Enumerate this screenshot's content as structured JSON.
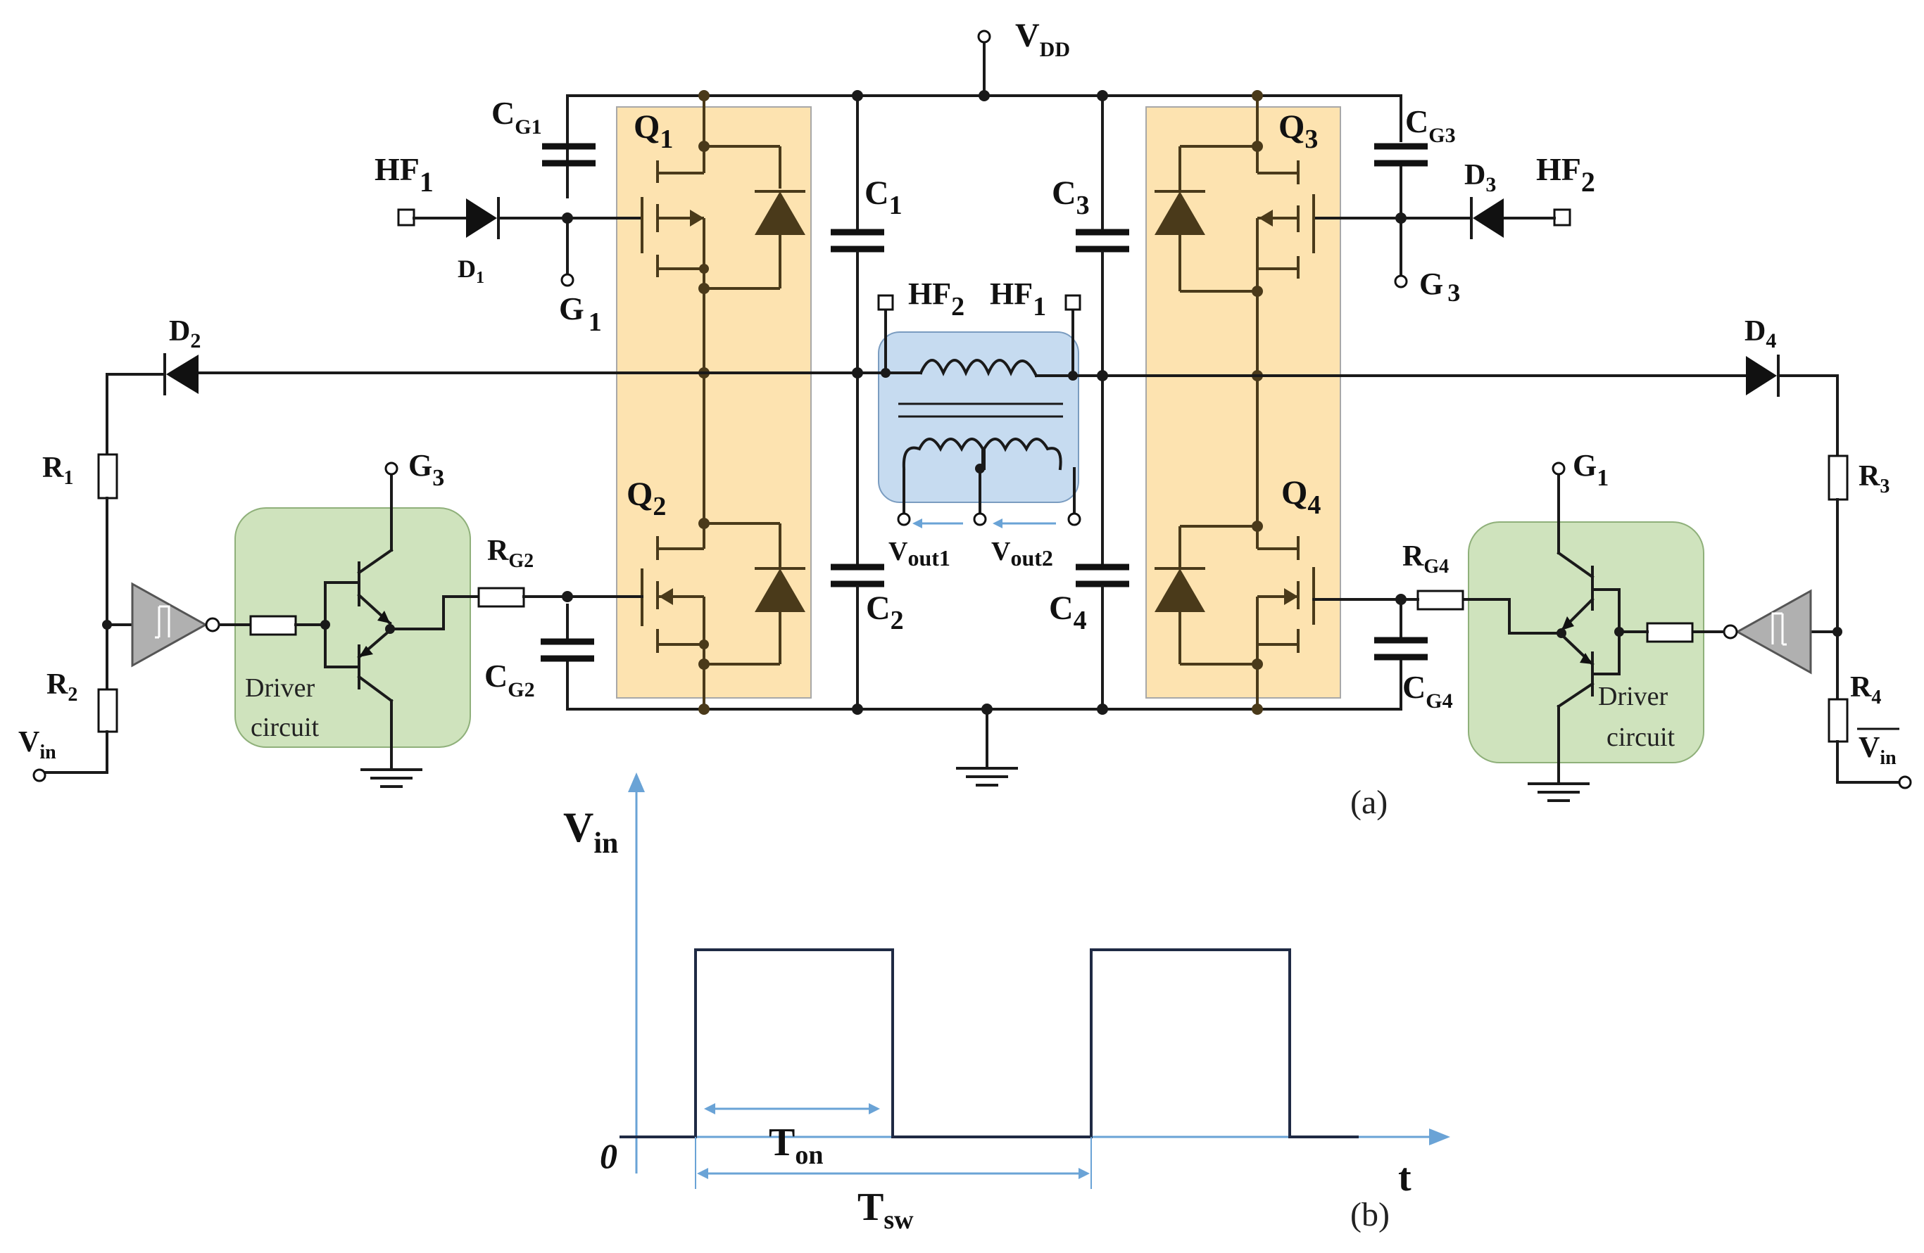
{
  "labels": {
    "vdd": "V",
    "vdd_sub": "DD",
    "cg1": "C",
    "cg1_sub": "G1",
    "cg2": "C",
    "cg2_sub": "G2",
    "cg3": "C",
    "cg3_sub": "G3",
    "cg4": "C",
    "cg4_sub": "G4",
    "hf1_left": "HF",
    "hf1_left_sub": "1",
    "hf2_right": "HF",
    "hf2_right_sub": "2",
    "hf2_mid": "HF",
    "hf2_mid_sub": "2",
    "hf1_mid": "HF",
    "hf1_mid_sub": "1",
    "d1": "D",
    "d1_sub": "1",
    "d2": "D",
    "d2_sub": "2",
    "d3": "D",
    "d3_sub": "3",
    "d4": "D",
    "d4_sub": "4",
    "g1_top": "G",
    "g1_top_sub": "1",
    "g3_top": "G",
    "g3_top_sub": "3",
    "g3_driver": "G",
    "g3_driver_sub": "3",
    "g1_driver": "G",
    "g1_driver_sub": "1",
    "q1": "Q",
    "q1_sub": "1",
    "q2": "Q",
    "q2_sub": "2",
    "q3": "Q",
    "q3_sub": "3",
    "q4": "Q",
    "q4_sub": "4",
    "c1": "C",
    "c1_sub": "1",
    "c2": "C",
    "c2_sub": "2",
    "c3": "C",
    "c3_sub": "3",
    "c4": "C",
    "c4_sub": "4",
    "r1": "R",
    "r1_sub": "1",
    "r2": "R",
    "r2_sub": "2",
    "r3": "R",
    "r3_sub": "3",
    "r4": "R",
    "r4_sub": "4",
    "rg2": "R",
    "rg2_sub": "G2",
    "rg4": "R",
    "rg4_sub": "G4",
    "vin_left": "V",
    "vin_left_sub": "in",
    "vin_right": "V",
    "vin_right_sub": "in",
    "vout1": "V",
    "vout1_sub": "out1",
    "vout2": "V",
    "vout2_sub": "out2",
    "driver_left_1": "Driver",
    "driver_left_2": "circuit",
    "driver_right_1": "Driver",
    "driver_right_2": "circuit",
    "panel_a": "(a)",
    "panel_b": "(b)"
  },
  "waveform": {
    "y_label": "V",
    "y_label_sub": "in",
    "origin": "0",
    "x_label": "t",
    "ton": "T",
    "ton_sub": "on",
    "tsw": "T",
    "tsw_sub": "sw"
  },
  "colors": {
    "mosfet_box": "#fde3b0",
    "driver_box": "#cfe3bd",
    "transformer_box": "#c6dbf0",
    "axis": "#6aa3d6"
  }
}
